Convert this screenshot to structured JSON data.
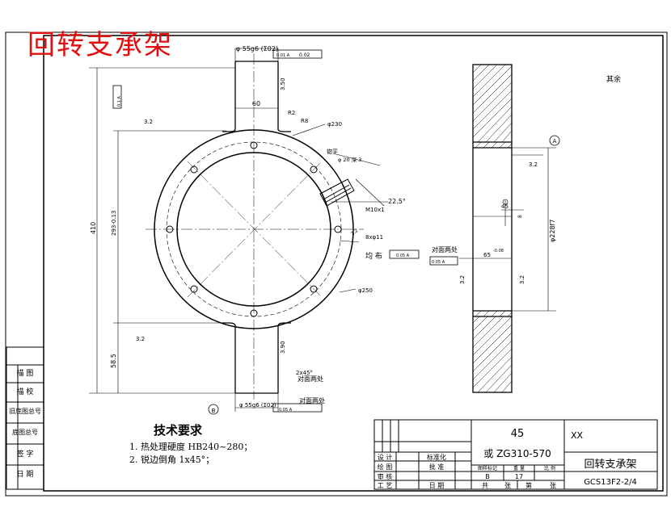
{
  "drawing_title": "回转支承架",
  "tech_requirements": {
    "heading": "技术要求",
    "items": [
      "1.  热处理硬度 HB240~280；",
      "2.  锐边倒角 1x45°；"
    ]
  },
  "left_sidebar": [
    "描 图",
    "描 校",
    "旧底图总号",
    "底图总号",
    "签 字",
    "日 期"
  ],
  "dimensions": {
    "top_shaft": "φ 55g6 (Σ02)",
    "top_shaft_tol": "0.02",
    "bottom_shaft": "φ 55g6 (Σ02)",
    "shaft_len_top": "3.50",
    "shaft_len_bottom": "3.90",
    "width_60": "60",
    "overall_height": "410",
    "center_dim": "293-0.13",
    "center_dim_sup": "-0.13",
    "lower_dim": "58.5",
    "pcd": "φ230",
    "bore": "φ250",
    "r2": "R2",
    "r8": "R8",
    "hole_note": "锪平",
    "hole_spec": "φ 20 深 3",
    "thread": "M10x1",
    "angle": "22.5°",
    "bolt_count": "8xφ11",
    "even": "均 布",
    "chamfer_note": "2x45°",
    "both_sides": "对面两处",
    "both_sides_2": "对面两处",
    "roughness_top": "3.2",
    "roughness_left": "3.2",
    "roughness_right": "3.2",
    "roughness_a": "3.2",
    "roughness_other": "3.2",
    "others_mark": "其余",
    "datum_a": "A",
    "datum_b": "B",
    "bore_diam": "φ228f7",
    "small_h": "45",
    "small_v": "8",
    "d_65": "65",
    "d_65_tol": "-0.08",
    "r_side": "3.2",
    "left_tol": "0.1 A",
    "tol_right_top": "0.01 A",
    "tol_right_small": "0.05 A",
    "tol_mid": "0.05 A",
    "tol_bottom": "0.05 A"
  },
  "title_block": {
    "material_line1": "45",
    "material_line2": "或 ZG310-570",
    "company": "XX",
    "part_name": "回转支承架",
    "drawing_no": "GCS13F2-2/4",
    "rows_left": [
      "设 计",
      "绘 图",
      "审 核",
      "工 艺"
    ],
    "rows_mid": [
      "标准化",
      "批 准",
      "",
      "日 期"
    ],
    "header_cells": [
      "图样标记",
      "重 量",
      "比 例"
    ],
    "mark": "B",
    "weight": "17",
    "scale": "",
    "sheet_total": "共",
    "sheet_unit": "张",
    "sheet_no": "第",
    "sheet_unit2": "张"
  },
  "colors": {
    "line": "#000000",
    "title_red": "#e01010"
  }
}
